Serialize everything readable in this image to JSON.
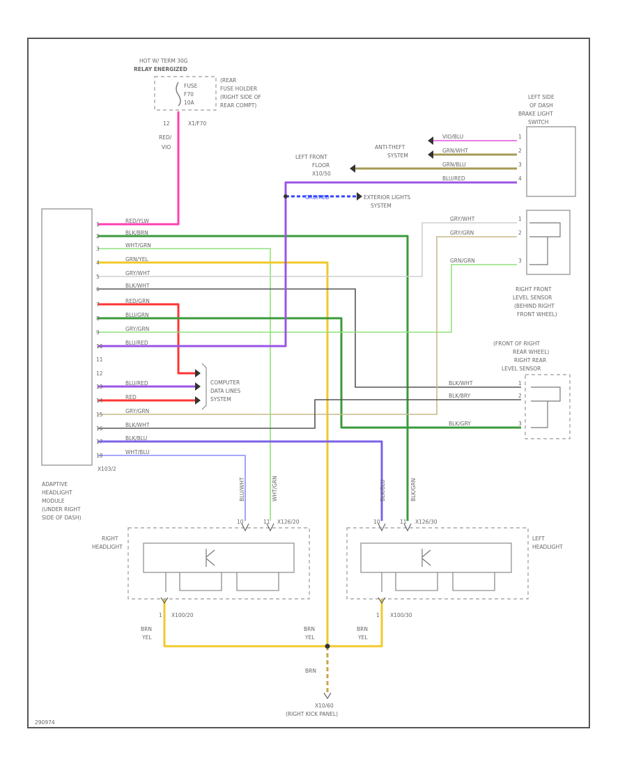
{
  "module": {
    "label": [
      "ADAPTIVE",
      "HEADLIGHT",
      "MODULE",
      "(UNDER RIGHT",
      "SIDE OF DASH)"
    ],
    "connector": "X103/2",
    "pins": [
      "1",
      "2",
      "3",
      "4",
      "5",
      "6",
      "7",
      "8",
      "9",
      "10",
      "11",
      "12",
      "13",
      "14",
      "15",
      "16",
      "17",
      "18"
    ],
    "wires": [
      "RED/YLW",
      "BLK/BRN",
      "WHT/GRN",
      "GRN/YEL",
      "GRY/WHT",
      "BLK/WHT",
      "RED/GRN",
      "BLU/GRN",
      "GRY/GRN",
      "BLU/RED",
      "",
      "",
      "BLU/RED",
      "RED",
      "GRY/GRN",
      "BLK/WHT",
      "BLK/BLU",
      "WHT/BLU"
    ]
  },
  "hot": {
    "line1": "HOT W/ TERM 30G",
    "line2": "RELAY ENERGIZED",
    "fuse": [
      "FUSE",
      "F70",
      "10A"
    ],
    "holder": [
      "(REAR",
      "FUSE HOLDER",
      "(RIGHT SIDE OF",
      "REAR COMPT)"
    ],
    "conn": "X1/F70",
    "feed": [
      "12",
      "RED/",
      "VIO"
    ]
  },
  "brake_switch": {
    "label": [
      "LEFT SIDE",
      "OF DASH",
      "BRAKE LIGHT",
      "SWITCH"
    ],
    "wires": [
      "VIO/BLU",
      "GRN/WHT",
      "GRN/BLU",
      "BLU/RED"
    ],
    "pins": [
      "1",
      "2",
      "3",
      "4"
    ]
  },
  "anti_theft": [
    "ANTI-THEFT",
    "SYSTEM"
  ],
  "left_front_floor": [
    "LEFT FRONT",
    "FLOOR",
    "X10/50"
  ],
  "exterior_lights": {
    "wire": "GRU/RED",
    "label": [
      "EXTERIOR LIGHTS",
      "SYSTEM"
    ]
  },
  "front_sensor": {
    "label": [
      "RIGHT FRONT",
      "LEVEL SENSOR",
      "(BEHIND RIGHT",
      "FRONT WHEEL)"
    ],
    "wires": [
      "GRY/WHT",
      "GRY/GRN",
      "GRN/GRN"
    ],
    "pins": [
      "1",
      "2",
      "3"
    ]
  },
  "rear_sensor": {
    "label": [
      "(FRONT OF RIGHT",
      "REAR WHEEL)",
      "RIGHT REAR",
      "LEVEL SENSOR"
    ],
    "wires": [
      "BLK/WHT",
      "BLK/BRY",
      "BLK/GRY"
    ],
    "pins": [
      "1",
      "2",
      "3"
    ]
  },
  "computer": [
    "COMPUTER",
    "DATA LINES",
    "SYSTEM"
  ],
  "right_headlight": {
    "label": [
      "RIGHT",
      "HEADLIGHT"
    ],
    "conn": "X126/20",
    "ground_conn": "X100/20",
    "pins": [
      "10",
      "11",
      "1"
    ]
  },
  "left_headlight": {
    "label": [
      "LEFT",
      "HEADLIGHT"
    ],
    "conn": "X126/30",
    "ground_conn": "X100/30",
    "pins": [
      "10",
      "11",
      "1"
    ]
  },
  "vertical_wires": [
    "BLU/WHT",
    "WHT/GRN",
    "BLK/BLU",
    "BLK/GRN"
  ],
  "ground": {
    "feed": [
      "BRN",
      "YEL"
    ],
    "trunk": "BRN",
    "conn": "X10/60",
    "location": "(RIGHT KICK PANEL)"
  },
  "footer": "290974",
  "colors": {
    "pink": "#ff3fb4",
    "green": "#3a9a3a",
    "lightgreen": "#8fe27a",
    "yellow": "#f0c92a",
    "lightgray": "#cfcfcf",
    "darkgray": "#555555",
    "red": "#ff3333",
    "purple": "#9a55e6",
    "blue": "#3344ff",
    "tan": "#c8b88a",
    "olive": "#a49a55",
    "lavender": "#8a8aff",
    "magenta": "#e050e0"
  }
}
